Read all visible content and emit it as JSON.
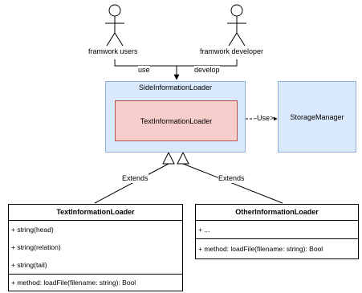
{
  "actors": {
    "users": "framwork users",
    "developer": "framwork developer"
  },
  "edges": {
    "use": "use",
    "develop": "develop",
    "use_dep": "-Use>",
    "extends_left": "Extends",
    "extends_right": "Extends"
  },
  "side_loader": {
    "title": "SideInformationLoader",
    "inner": "TextInformationLoader"
  },
  "storage": {
    "label": "StorageManager"
  },
  "text_class": {
    "title": "TextInformationLoader",
    "fields": [
      "+ string(head)",
      "+ string(relation)",
      "+ string(tail)"
    ],
    "method": "+ method: loadFile(filename: string): Bool"
  },
  "other_class": {
    "title": "OtherInformationLoader",
    "fields": [
      "+ ..."
    ],
    "method": "+ method: loadFile(filename: string): Bool"
  },
  "colors": {
    "blue_fill": "#dae8fc",
    "blue_stroke": "#8fb1d9",
    "red_fill": "#f8cecc",
    "red_stroke": "#b85450"
  }
}
